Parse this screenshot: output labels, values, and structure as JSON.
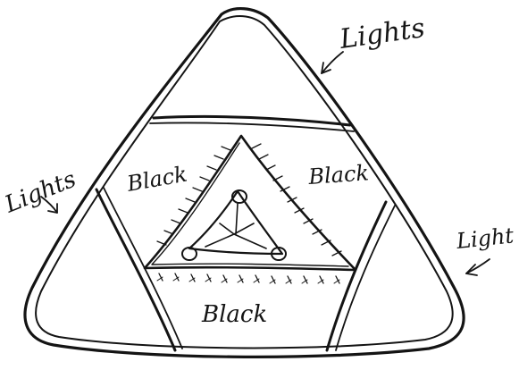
{
  "labels": {
    "top_right": "Lights",
    "left": "Lights",
    "right": "Light",
    "center_left": "Black",
    "center_right": "Black",
    "center_bottom": "Black"
  },
  "colors": {
    "ink": "#141414",
    "paper": "#ffffff"
  }
}
